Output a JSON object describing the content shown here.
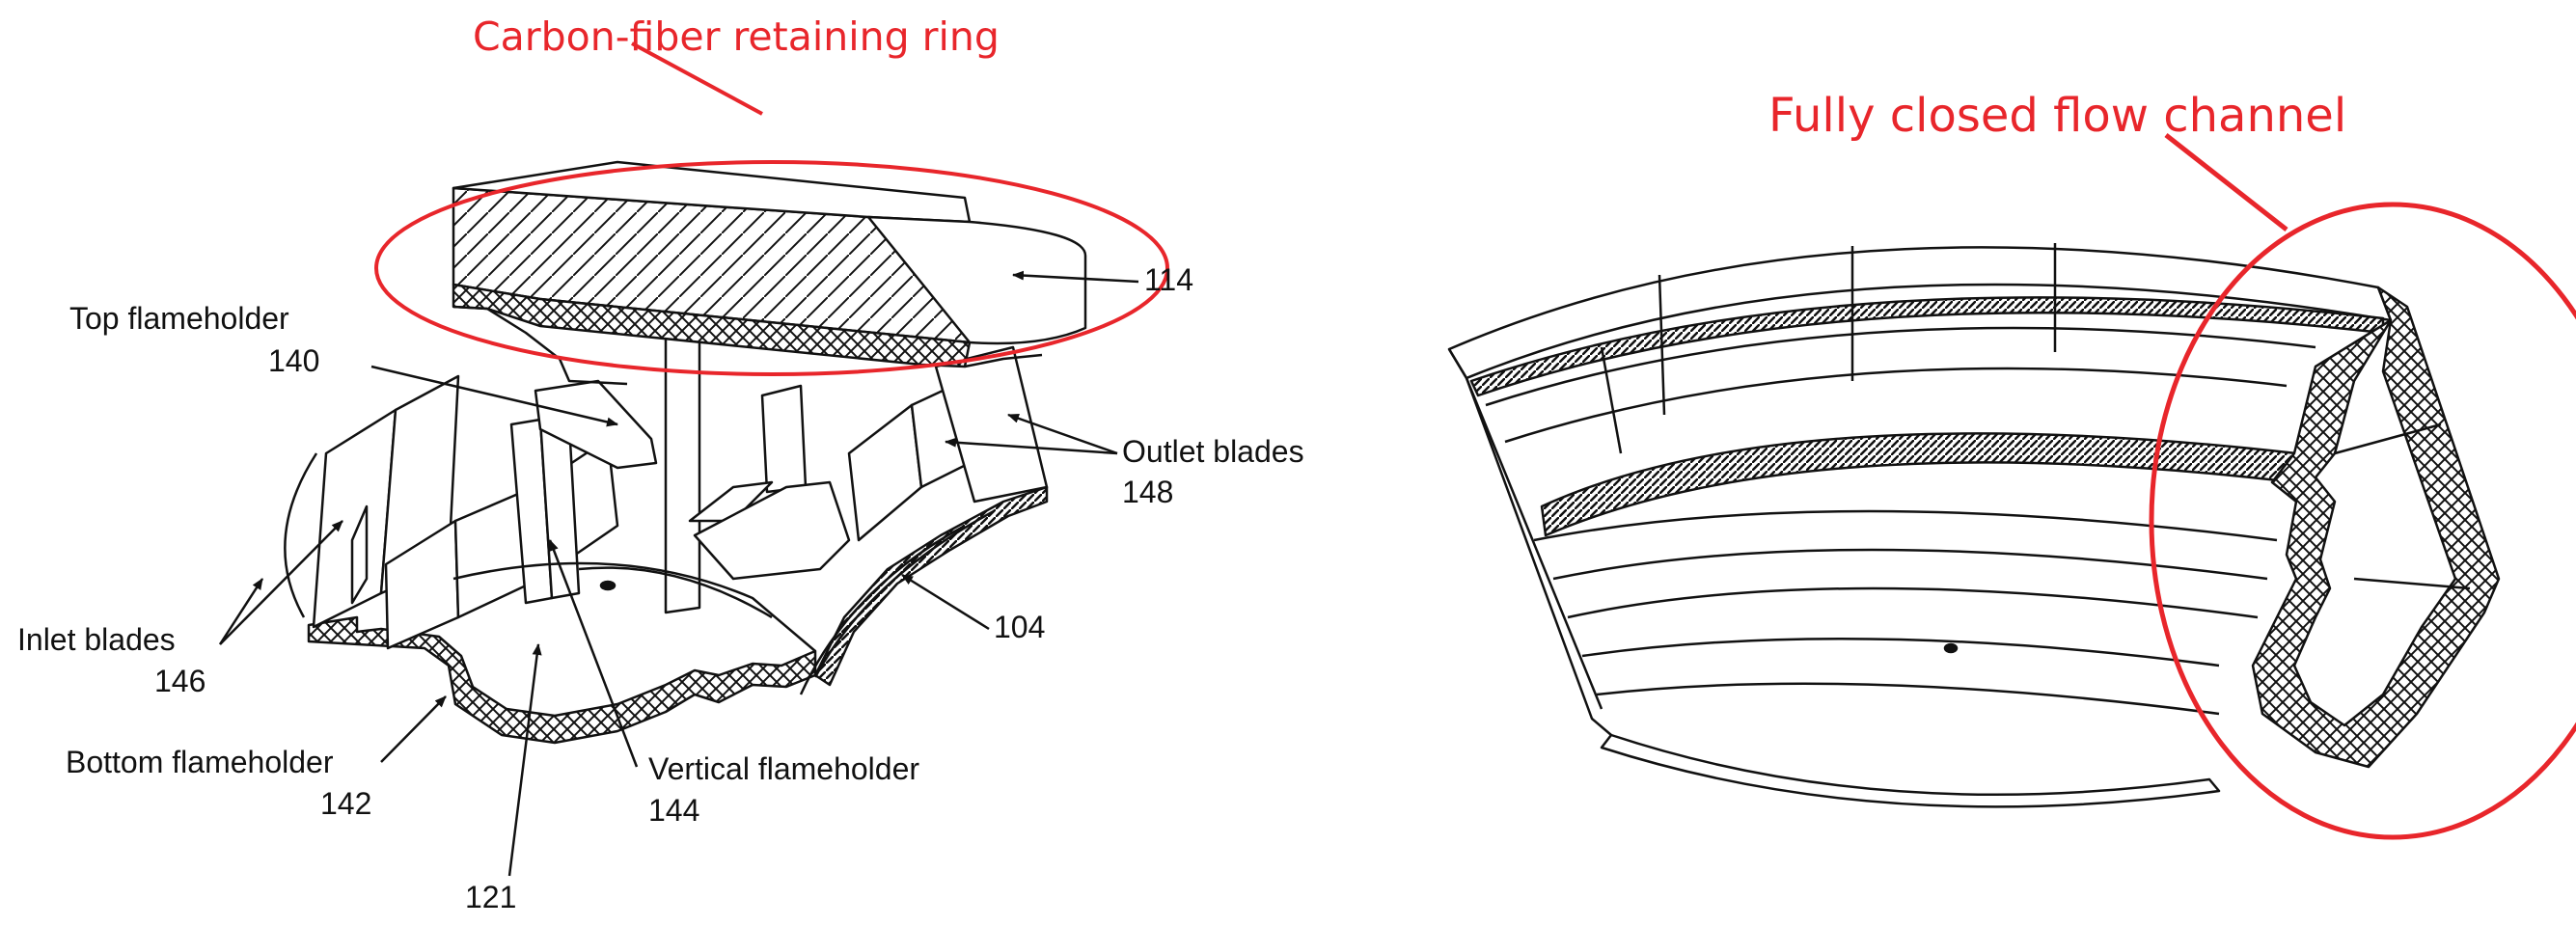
{
  "figure": {
    "annotation_color": "#e8262b",
    "left": {
      "callout": "Carbon-fiber retaining ring",
      "labels": {
        "top_flameholder": "Top flameholder",
        "top_flameholder_num": "140",
        "ring_num": "114",
        "outlet_blades": "Outlet blades",
        "outlet_blades_num": "148",
        "inlet_blades": "Inlet blades",
        "inlet_blades_num": "146",
        "liner_num": "104",
        "bottom_flameholder": "Bottom flameholder",
        "bottom_flameholder_num": "142",
        "vertical_flameholder": "Vertical flameholder",
        "vertical_flameholder_num": "144",
        "hole_num": "121"
      }
    },
    "right": {
      "callout": "Fully closed flow channel"
    }
  }
}
